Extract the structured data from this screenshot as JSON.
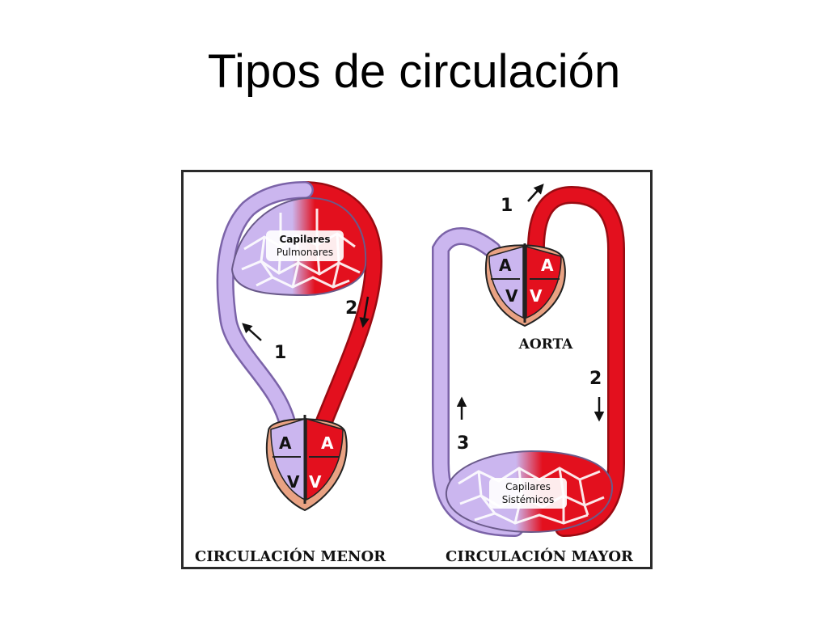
{
  "title": "Tipos de circulación",
  "colors": {
    "oxygen_poor": "#cbb6ef",
    "oxygen_poor_edge": "#7b63a8",
    "oxygen_rich": "#e3101e",
    "oxygen_rich_edge": "#9a0b12",
    "heart_base": "#e9a283",
    "outline": "#222222"
  },
  "minor": {
    "capillaries_label_line1": "Capilares",
    "capillaries_label_line2": "Pulmonares",
    "step1": "1",
    "step2": "2",
    "atrium_left": "A",
    "atrium_right": "A",
    "ventricle_left": "V",
    "ventricle_right": "V",
    "caption": "CIRCULACIÓN MENOR"
  },
  "major": {
    "step1": "1",
    "step2": "2",
    "step3": "3",
    "atrium_left": "A",
    "atrium_right": "A",
    "ventricle_left": "V",
    "ventricle_right": "V",
    "aorta_label": "AORTA",
    "capillaries_label_line1": "Capilares",
    "capillaries_label_line2": "Sistémicos",
    "caption": "CIRCULACIÓN MAYOR"
  }
}
